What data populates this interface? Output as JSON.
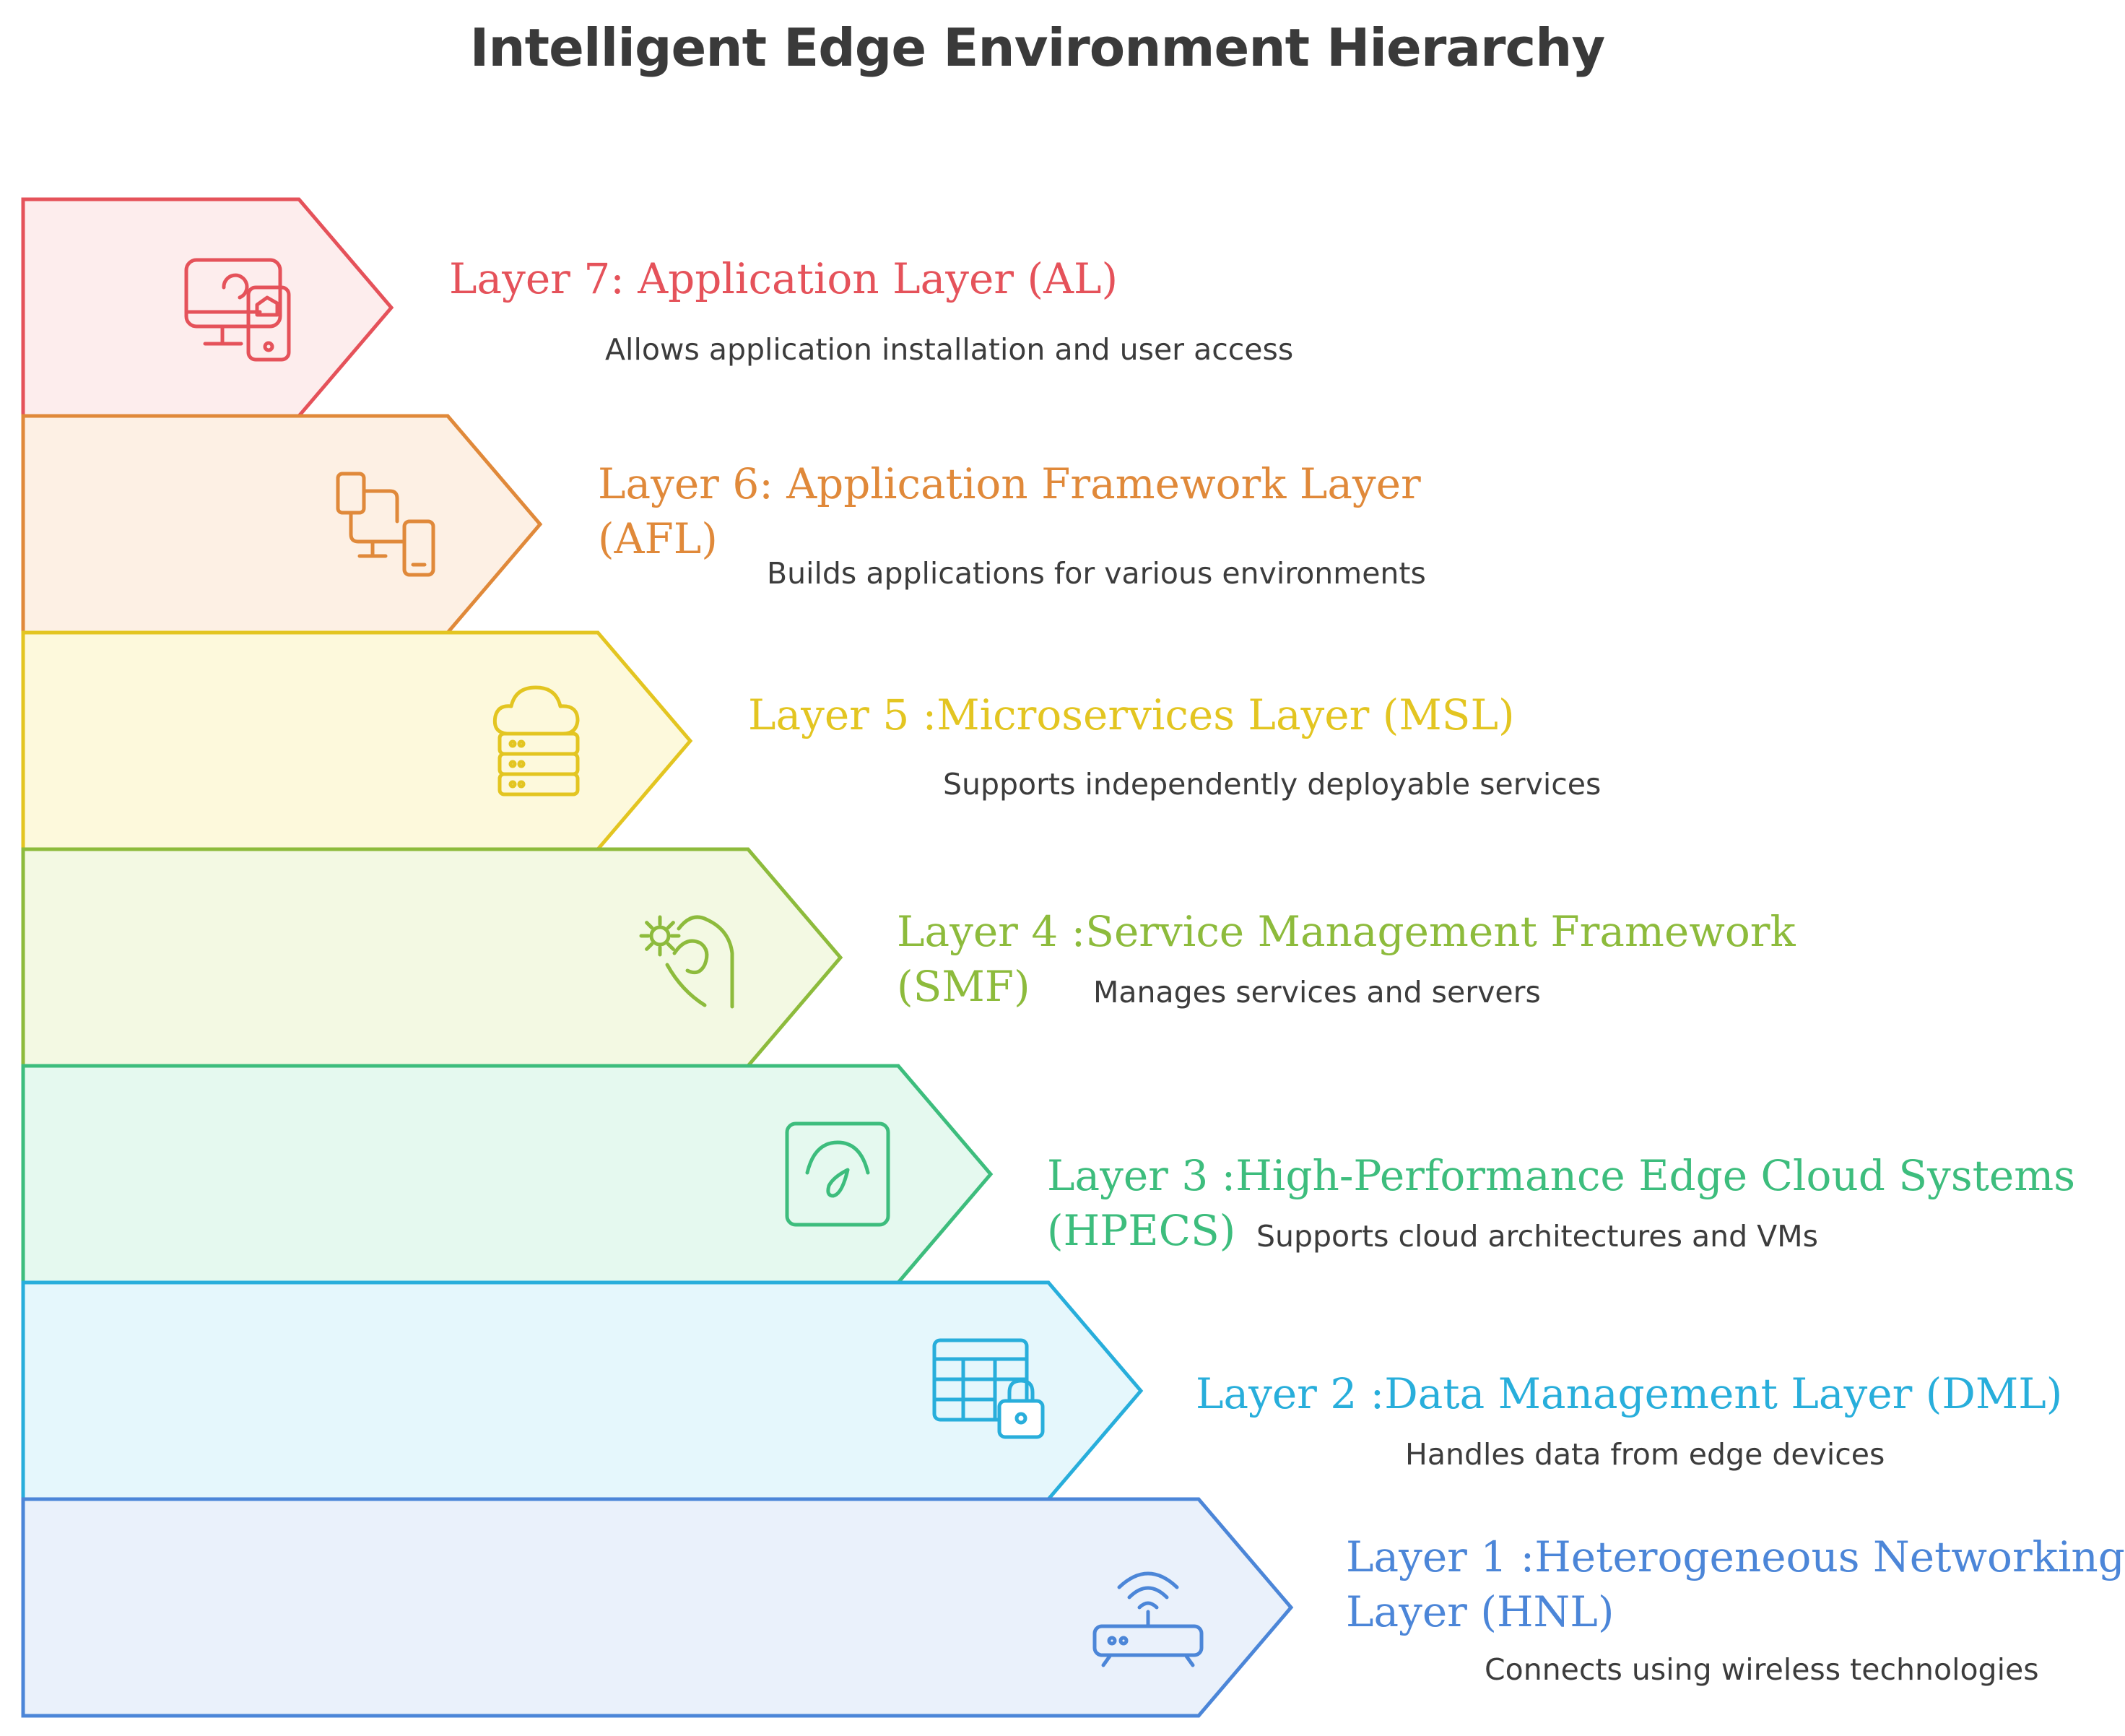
{
  "title": "Intelligent Edge Environment Hierarchy",
  "layers": [
    {
      "title_lines": [
        "Layer 7: Application Layer (AL)"
      ],
      "description": "Allows application installation and user access",
      "icon": "monitor-mobile-app-icon",
      "color": "#e5525a",
      "fill": "#fdeded"
    },
    {
      "title_lines": [
        "Layer 6: Application Framework Layer",
        "(AFL)"
      ],
      "description": "Builds applications for various environments",
      "icon": "devices-framework-icon",
      "color": "#e0893a",
      "fill": "#fdf0e4"
    },
    {
      "title_lines": [
        "Layer 5 :Microservices Layer (MSL)"
      ],
      "description": "Supports independently deployable services",
      "icon": "cloud-server-icon",
      "color": "#e3c521",
      "fill": "#fdf9dc"
    },
    {
      "title_lines": [
        "Layer 4 :Service Management Framework",
        "(SMF)"
      ],
      "description": "Manages services and servers",
      "icon": "hand-gear-icon",
      "color": "#8dbb3c",
      "fill": "#f3f9e3"
    },
    {
      "title_lines": [
        "Layer 3 :High-Performance Edge Cloud Systems",
        "(HPECS)"
      ],
      "description": "Supports cloud architectures and VMs",
      "icon": "speedometer-icon",
      "color": "#3dbd7d",
      "fill": "#e5f9ef"
    },
    {
      "title_lines": [
        "Layer 2 :Data Management Layer (DML)"
      ],
      "description": "Handles data from edge devices",
      "icon": "table-lock-icon",
      "color": "#28aedb",
      "fill": "#e5f7fc"
    },
    {
      "title_lines": [
        "Layer 1 :Heterogeneous Networking",
        "Layer (HNL)"
      ],
      "description": "Connects using wireless technologies",
      "icon": "wifi-router-icon",
      "color": "#4c86d8",
      "fill": "#eaf1fb"
    }
  ]
}
